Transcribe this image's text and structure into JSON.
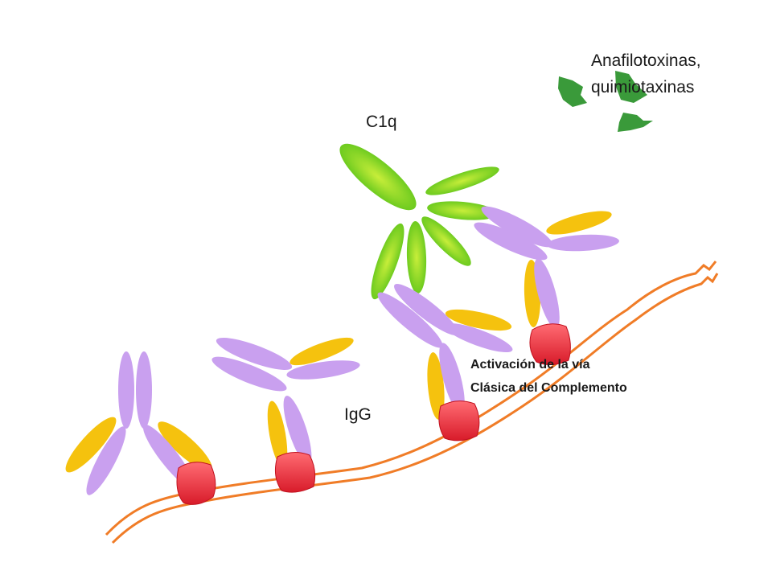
{
  "labels": {
    "anaphylatoxins_line1": "Anafilotoxinas,",
    "anaphylatoxins_line2": "quimiotaxinas",
    "c1q": "C1q",
    "igg": "IgG",
    "activation_line1": "Activación de la vía",
    "activation_line2": "Clásica del Complemento"
  },
  "colors": {
    "membrane": "#f07c27",
    "antigen": "#ee2b3b",
    "heavy_chain": "#c9a0ef",
    "light_chain": "#f5c20e",
    "c1q": "#7ed61a",
    "anaphylatoxin": "#3a9a3a"
  }
}
